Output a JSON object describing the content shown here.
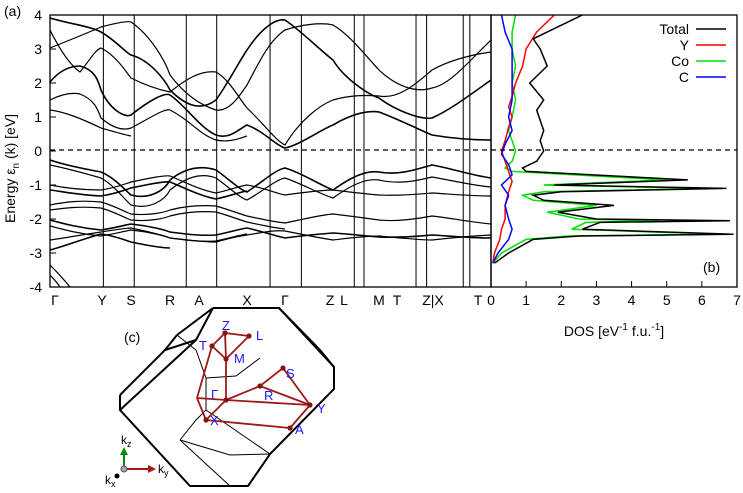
{
  "chart_data": [
    {
      "panel": "(a)",
      "type": "line",
      "ylabel_main": "Energy ε",
      "ylabel_sub": "n",
      "ylabel_tail": " (k) [eV]",
      "ylim": [
        -4,
        4
      ],
      "yticks": [
        "-4",
        "-3",
        "-2",
        "-1",
        "0",
        "1",
        "2",
        "3",
        "4"
      ],
      "kpoint_labels": [
        "Γ",
        "Y",
        "S",
        "R",
        "A",
        "X",
        "Γ",
        "Z",
        "L",
        "M",
        "T",
        "Z",
        "X",
        "T"
      ],
      "kpoint_positions": [
        0,
        0.121,
        0.191,
        0.309,
        0.378,
        0.499,
        0.57,
        0.69,
        0.712,
        0.83,
        0.854,
        0.937,
        0.952,
        1.0
      ],
      "kpoint_display": [
        "Γ",
        "Y",
        "S",
        "R",
        "A",
        "X",
        "Γ",
        "Z",
        "L",
        "M",
        "T",
        "Z|X",
        "T"
      ],
      "fermi_level": 0
    },
    {
      "panel": "(b)",
      "type": "line",
      "xlabel_main": "DOS [eV",
      "xlabel_sup1": "-1",
      "xlabel_mid": " f.u.",
      "xlabel_sup2": "-1",
      "xlabel_end": "]",
      "xlim": [
        0,
        7
      ],
      "ylim": [
        -4,
        4
      ],
      "xticks": [
        "0",
        "1",
        "2",
        "3",
        "4",
        "5",
        "6",
        "7"
      ],
      "legend_position": "top-right",
      "series": [
        {
          "name": "Total",
          "color": "#000000",
          "energy": [
            -3.3,
            -3.0,
            -2.6,
            -2.5,
            -2.45,
            -2.3,
            -2.1,
            -2.05,
            -2.0,
            -1.8,
            -1.6,
            -1.45,
            -1.3,
            -1.2,
            -1.1,
            -1.0,
            -0.85,
            -0.6,
            -0.5,
            -0.3,
            0.0,
            0.3,
            0.6,
            0.9,
            1.2,
            1.5,
            2.0,
            2.5,
            3.0,
            3.3,
            3.6,
            3.8,
            4.0
          ],
          "dos": [
            0.1,
            0.5,
            1.2,
            2.5,
            6.9,
            2.6,
            3.1,
            6.8,
            3.0,
            1.9,
            3.5,
            1.5,
            1.2,
            2.0,
            6.7,
            1.8,
            5.6,
            1.0,
            0.9,
            1.3,
            1.5,
            1.4,
            1.5,
            1.4,
            1.3,
            1.5,
            1.1,
            1.6,
            1.4,
            1.2,
            1.8,
            2.2,
            2.6
          ]
        },
        {
          "name": "Y",
          "color": "#ff0000",
          "energy": [
            -3.3,
            -3.0,
            -2.6,
            -2.3,
            -2.0,
            -1.6,
            -1.2,
            -0.9,
            -0.6,
            -0.3,
            0.0,
            0.3,
            0.7,
            1.0,
            1.3,
            1.6,
            2.0,
            2.5,
            3.0,
            3.5,
            4.0
          ],
          "dos": [
            0.05,
            0.1,
            0.25,
            0.3,
            0.4,
            0.4,
            0.5,
            0.6,
            0.5,
            0.4,
            0.3,
            0.4,
            0.5,
            0.6,
            0.5,
            0.6,
            0.7,
            0.9,
            1.0,
            1.3,
            1.8
          ]
        },
        {
          "name": "Co",
          "color": "#00e000",
          "energy": [
            -3.3,
            -3.0,
            -2.6,
            -2.5,
            -2.45,
            -2.3,
            -2.1,
            -2.05,
            -2.0,
            -1.8,
            -1.6,
            -1.45,
            -1.3,
            -1.2,
            -1.1,
            -1.0,
            -0.85,
            -0.6,
            -0.5,
            -0.3,
            0.0,
            0.3,
            0.6,
            1.0,
            1.5,
            2.0,
            2.5,
            3.0,
            3.5,
            4.0
          ],
          "dos": [
            0.05,
            0.3,
            1.0,
            2.2,
            6.6,
            2.3,
            2.7,
            4.8,
            2.5,
            1.6,
            3.0,
            1.2,
            0.9,
            1.5,
            6.2,
            1.5,
            5.0,
            0.6,
            0.4,
            0.6,
            0.7,
            0.6,
            0.5,
            0.6,
            0.7,
            0.6,
            0.7,
            0.6,
            0.6,
            0.7
          ]
        },
        {
          "name": "C",
          "color": "#0000ff",
          "energy": [
            -3.3,
            -3.0,
            -2.6,
            -2.3,
            -2.0,
            -1.6,
            -1.3,
            -1.0,
            -0.7,
            -0.4,
            -0.1,
            0.2,
            0.6,
            1.0,
            1.5,
            2.0,
            2.5,
            3.0,
            3.5,
            4.0
          ],
          "dos": [
            0.05,
            0.2,
            0.5,
            0.6,
            0.5,
            0.4,
            0.5,
            0.3,
            0.6,
            0.5,
            0.3,
            0.4,
            0.6,
            0.5,
            0.6,
            0.6,
            0.6,
            0.6,
            0.4,
            0.3
          ]
        }
      ]
    }
  ],
  "panel_c": {
    "label": "(c)",
    "points": [
      "Z",
      "L",
      "T",
      "M",
      "S",
      "Γ",
      "R",
      "X",
      "Y",
      "A"
    ],
    "axes": [
      "k",
      "z",
      "k",
      "y",
      "k",
      "x"
    ]
  }
}
